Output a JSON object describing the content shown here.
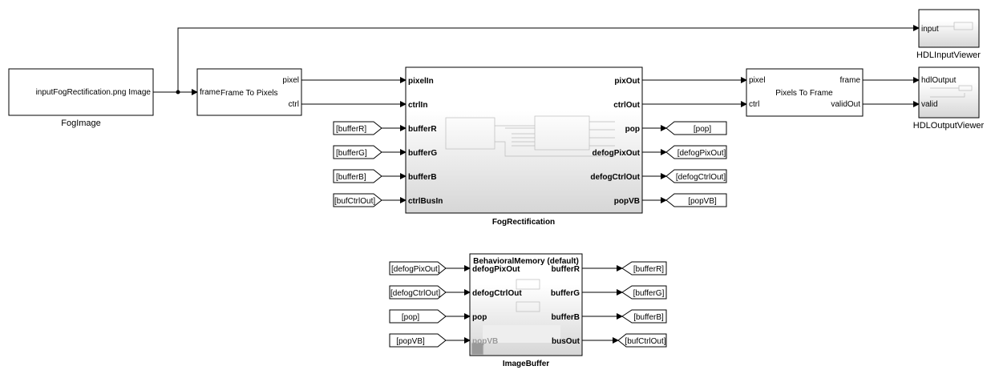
{
  "blocks": {
    "fog_image": {
      "text": "inputFogRectification.png Image",
      "label": "FogImage"
    },
    "frame_to_pixels": {
      "title": "Frame To Pixels",
      "in": "frame",
      "out": [
        "pixel",
        "ctrl"
      ]
    },
    "fog_rectification": {
      "label": "FogRectification",
      "inputs": [
        "pixelIn",
        "ctrlIn",
        "bufferR",
        "bufferG",
        "bufferB",
        "ctrlBusIn"
      ],
      "outputs": [
        "pixOut",
        "ctrlOut",
        "pop",
        "defogPixOut",
        "defogCtrlOut",
        "popVB"
      ]
    },
    "pixels_to_frame": {
      "title": "Pixels To Frame",
      "inputs": [
        "pixel",
        "ctrl"
      ],
      "outputs": [
        "frame",
        "validOut"
      ]
    },
    "hdl_input_viewer": {
      "label": "HDLInputViewer",
      "in": "input"
    },
    "hdl_output_viewer": {
      "label": "HDLOutputViewer",
      "inputs": [
        "hdlOutput",
        "valid"
      ]
    },
    "image_buffer": {
      "label": "ImageBuffer",
      "variant": "BehavioralMemory (default)",
      "inputs": [
        "defogPixOut",
        "defogCtrlOut",
        "pop",
        "popVB"
      ],
      "outputs": [
        "bufferR",
        "bufferG",
        "bufferB",
        "busOut"
      ]
    }
  },
  "tags": {
    "fog_in": [
      "[bufferR]",
      "[bufferG]",
      "[bufferB]",
      "[bufCtrlOut]"
    ],
    "fog_out": [
      "[pop]",
      "[defogPixOut]",
      "[defogCtrlOut]",
      "[popVB]"
    ],
    "buf_in": [
      "[defogPixOut]",
      "[defogCtrlOut]",
      "[pop]",
      "[popVB]"
    ],
    "buf_out": [
      "[bufferR]",
      "[bufferG]",
      "[bufferB]",
      "[bufCtrlOut]"
    ]
  }
}
